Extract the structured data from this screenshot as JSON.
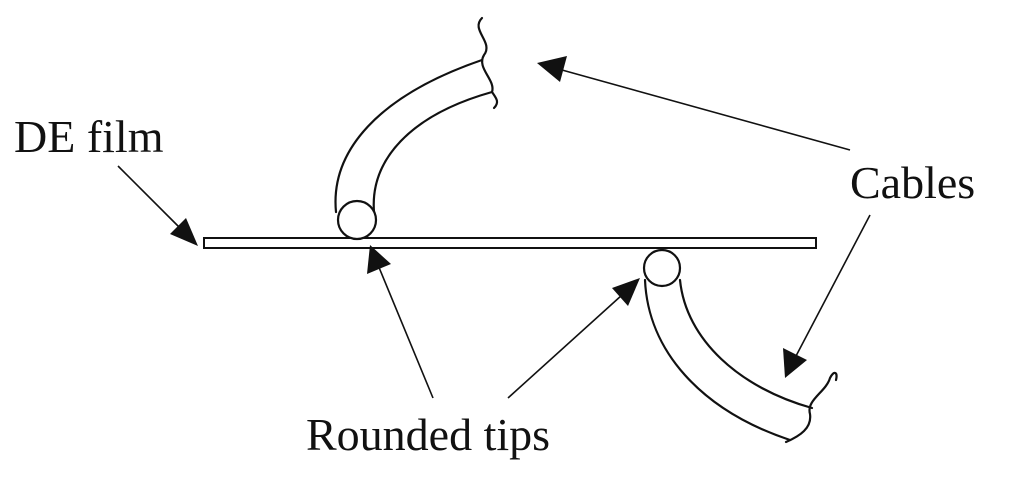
{
  "labels": {
    "de_film": "DE film",
    "cables": "Cables",
    "rounded_tips": "Rounded tips"
  },
  "colors": {
    "ink": "#111111",
    "background": "#ffffff"
  }
}
